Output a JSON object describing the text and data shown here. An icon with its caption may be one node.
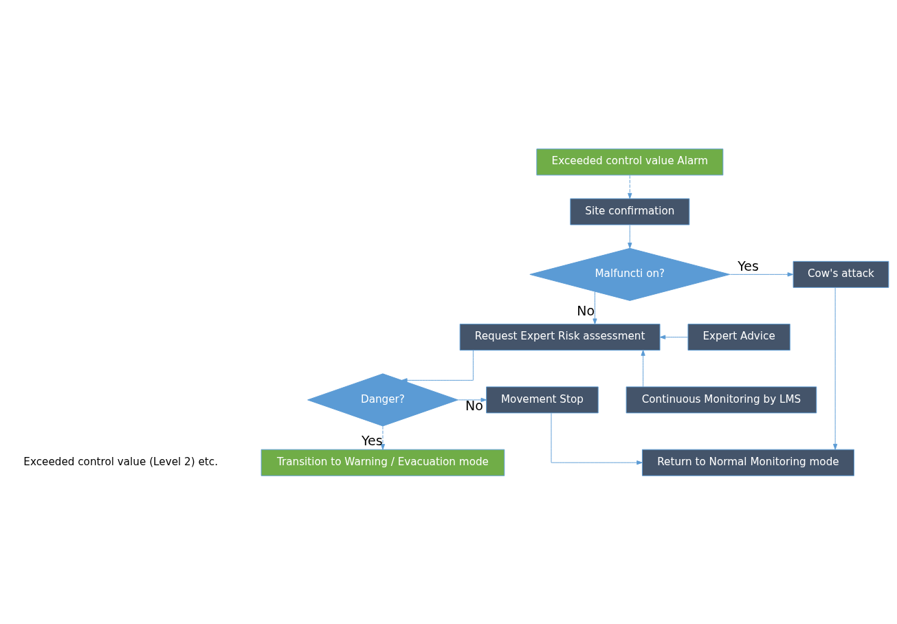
{
  "diagram": {
    "nodes": [
      {
        "text": [
          "Exceeded control value Alarm"
        ]
      },
      {
        "text": [
          "Site confirmation"
        ]
      },
      {
        "text": [
          "Malfuncti on?"
        ]
      },
      {
        "text": [
          "Cow's attack"
        ]
      },
      {
        "text": [
          "Expert Advice"
        ]
      },
      {
        "text": [
          "Request Expert Risk assessment"
        ]
      },
      {
        "text": [
          "Continuous Monitoring by LMS"
        ]
      },
      {
        "text": [
          "Danger?"
        ]
      },
      {
        "text": [
          "Movement Stop"
        ]
      },
      {
        "text": [
          "Transition to Warning / Evacuation mode"
        ]
      },
      {
        "text": [
          "Return to Normal Monitoring mode"
        ]
      }
    ],
    "edges": [
      {
        "from": 0,
        "to": 1,
        "arrow": "to",
        "style": "dashed"
      },
      {
        "from": 1,
        "to": 2,
        "arrow": "to"
      },
      {
        "from": 2,
        "to": 3,
        "arrow": "to",
        "label": "Yes"
      },
      {
        "from": 2,
        "to": 5,
        "arrow": "to",
        "label": "No"
      },
      {
        "from": 4,
        "to": 5,
        "arrow": "to"
      },
      {
        "from": 6,
        "to": 5,
        "arrow": "to"
      },
      {
        "from": 5,
        "to": 7,
        "arrow": "to"
      },
      {
        "from": 7,
        "to": 8,
        "arrow": "to",
        "label": "No"
      },
      {
        "from": 7,
        "to": 9,
        "arrow": "to",
        "label": "Yes",
        "style": "dashed"
      },
      {
        "from": 3,
        "to": 10,
        "arrow": "to"
      },
      {
        "from": 8,
        "to": 10,
        "arrow": "to"
      }
    ],
    "labels": [
      "Exceeded control value (Level 2) etc."
    ]
  }
}
